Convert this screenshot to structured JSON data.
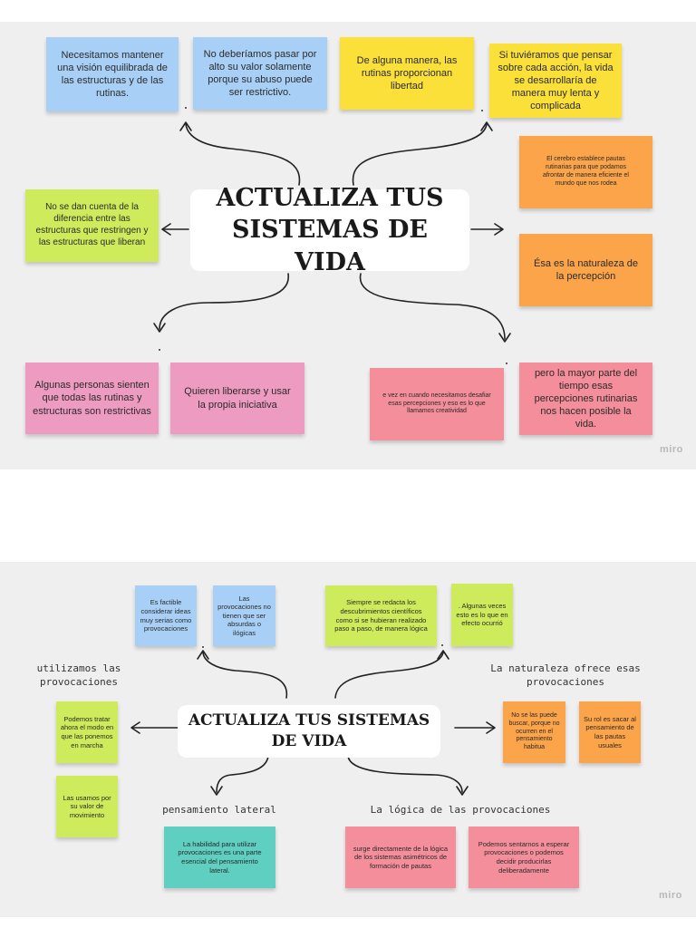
{
  "board1": {
    "title": "ACTUALIZA TUS SISTEMAS DE VIDA",
    "watermark": "miro",
    "notes": {
      "n1": "Necesitamos mantener una visión equilibrada de las estructuras y de las rutinas.",
      "n2": "No deberíamos pasar por alto su valor solamente porque su abuso puede ser restrictivo.",
      "n3": "De alguna manera, las rutinas proporcionan libertad",
      "n4": "Si tuviéramos que pensar sobre cada acción, la vida se desarrollaría de manera muy lenta y complicada",
      "n5": "El cerebro establece pautas rutinarias para que podamos afrontar de manera eficiente el mundo que nos rodea",
      "n6": "Ésa es la naturaleza de la percepción",
      "n7": "No se dan cuenta de la diferencia entre las estructuras que restringen y las estructuras que liberan",
      "n8": "Algunas personas sienten que todas las rutinas y estructuras son restrictivas",
      "n9": "Quieren liberarse y usar la propia iniciativa",
      "n10": "e vez en cuando necesitamos desafiar esas percepciones y eso es lo que llamamos creatividad",
      "n11": "pero la mayor parte del tiempo esas percepciones rutinarias nos hacen posible la vida."
    }
  },
  "board2": {
    "title": "ACTUALIZA TUS SISTEMAS DE VIDA",
    "watermark": "miro",
    "labels": {
      "l1": "utilizamos las provocaciones",
      "l2": "La naturaleza ofrece esas provocaciones",
      "l3": "pensamiento lateral",
      "l4": "La lógica de las provocaciones"
    },
    "notes": {
      "n1": "Es factible considerar ideas muy serias como provocaciones",
      "n2": "Las provocaciones no tienen que ser absurdas o ilógicas",
      "n3": "Siempre se redacta los descubrimientos científicos como si se hubieran realizado paso a paso, de manera lógica",
      "n4": ". Algunas veces esto es lo que en efecto ocurrió",
      "n5": "Podemos tratar ahora el modo en que las ponemos en marcha",
      "n6": "Las usamos por su valor de movimiento",
      "n7": "No se las puede buscar, porque no ocurren en el pensamiento habitua",
      "n8": "Su rol es sacar al pensamiento de las pautas usuales",
      "n9": "La habilidad para utilizar provocaciones es una parte esencial del pensamiento lateral.",
      "n10": "surge directamente de la lógica de los sistemas asimétricos de formación de pautas",
      "n11": "Podemos sentarnos a esperar provocaciones o podemos decidir producirlas deliberadamente"
    }
  }
}
